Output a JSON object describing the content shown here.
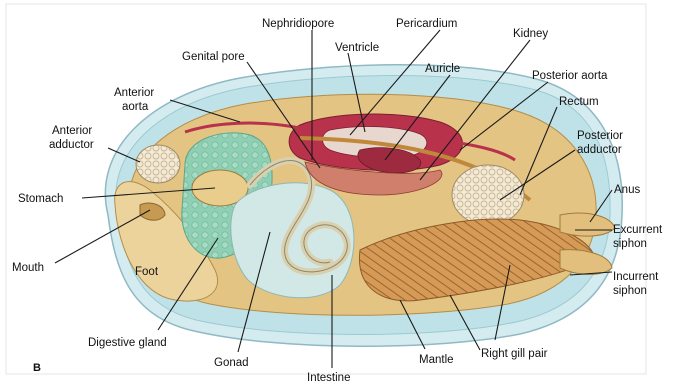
{
  "figure_letter": "B",
  "labels": {
    "nephridiopore": "Nephridiopore",
    "pericardium": "Pericardium",
    "ventricle": "Ventricle",
    "kidney": "Kidney",
    "genital_pore": "Genital pore",
    "auricle": "Auricle",
    "posterior_aorta": "Posterior aorta",
    "anterior_aorta_1": "Anterior",
    "anterior_aorta_2": "aorta",
    "rectum": "Rectum",
    "anterior_adductor_1": "Anterior",
    "anterior_adductor_2": "adductor",
    "posterior_adductor_1": "Posterior",
    "posterior_adductor_2": "adductor",
    "stomach": "Stomach",
    "anus": "Anus",
    "excurrent_siphon_1": "Excurrent",
    "excurrent_siphon_2": "siphon",
    "mouth": "Mouth",
    "foot": "Foot",
    "incurrent_siphon_1": "Incurrent",
    "incurrent_siphon_2": "siphon",
    "digestive_gland": "Digestive gland",
    "gonad": "Gonad",
    "intestine": "Intestine",
    "mantle": "Mantle",
    "right_gill_pair": "Right gill pair"
  },
  "colors": {
    "shell_outer": "#d4ecf0",
    "mantle_edge": "#b8dfe6",
    "body": "#e4c483",
    "foot": "#e9cf94",
    "digestive_gland": "#8fcfb3",
    "gonad": "#cfe6e4",
    "gill": "#c98a4a",
    "heart": "#b3304a",
    "adductor": "#f1e6cf"
  }
}
